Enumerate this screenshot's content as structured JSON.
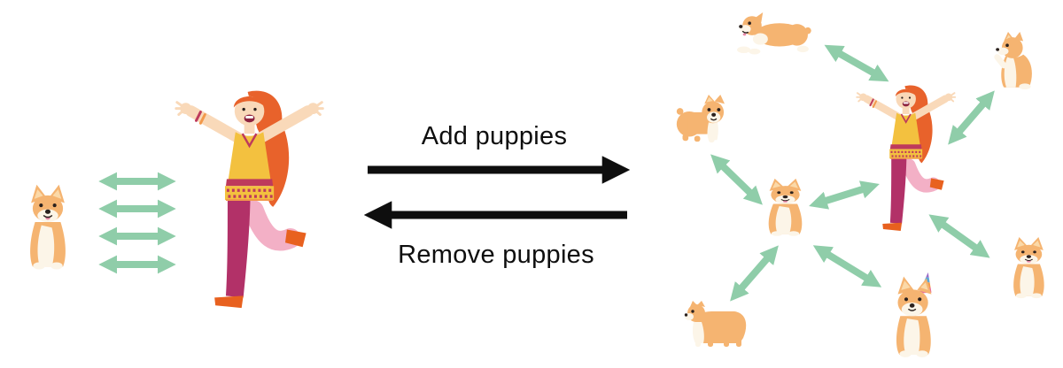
{
  "labels": {
    "add": "Add puppies",
    "remove": "Remove puppies"
  },
  "palette": {
    "green": "#8FCDA9",
    "black": "#0E0E0E",
    "orange": "#F5B471",
    "earInner": "#FBD9A8",
    "cream": "#FCF5E8",
    "dark": "#2A211E",
    "tongue": "#E989A9",
    "skin": "#F9D9B9",
    "hair": "#E8622B",
    "top": "#F3C13F",
    "trim": "#BE3A5C",
    "pantsA": "#B23168",
    "pantsB": "#F3B0C6",
    "shoe": "#E8611F"
  },
  "unicorn_stripes": [
    "#9B6BC8",
    "#5BA8D8",
    "#F2994A",
    "#E8699A"
  ],
  "left_scene": {
    "puppy_icon": "corgi-sitting-icon",
    "person_icon": "happy-person-icon",
    "link_arrow_count": 4
  },
  "right_scene": {
    "person_icon": "happy-person-icon",
    "center_puppy_icon": "corgi-sitting-icon",
    "puppy_icons": [
      "corgi-running-icon",
      "corgi-sitting-profile-icon",
      "corgi-standing-icon",
      "corgi-walking-profile-icon",
      "corgi-unicorn-horn-icon",
      "corgi-puppy-icon"
    ],
    "link_arrow_count": 7
  }
}
